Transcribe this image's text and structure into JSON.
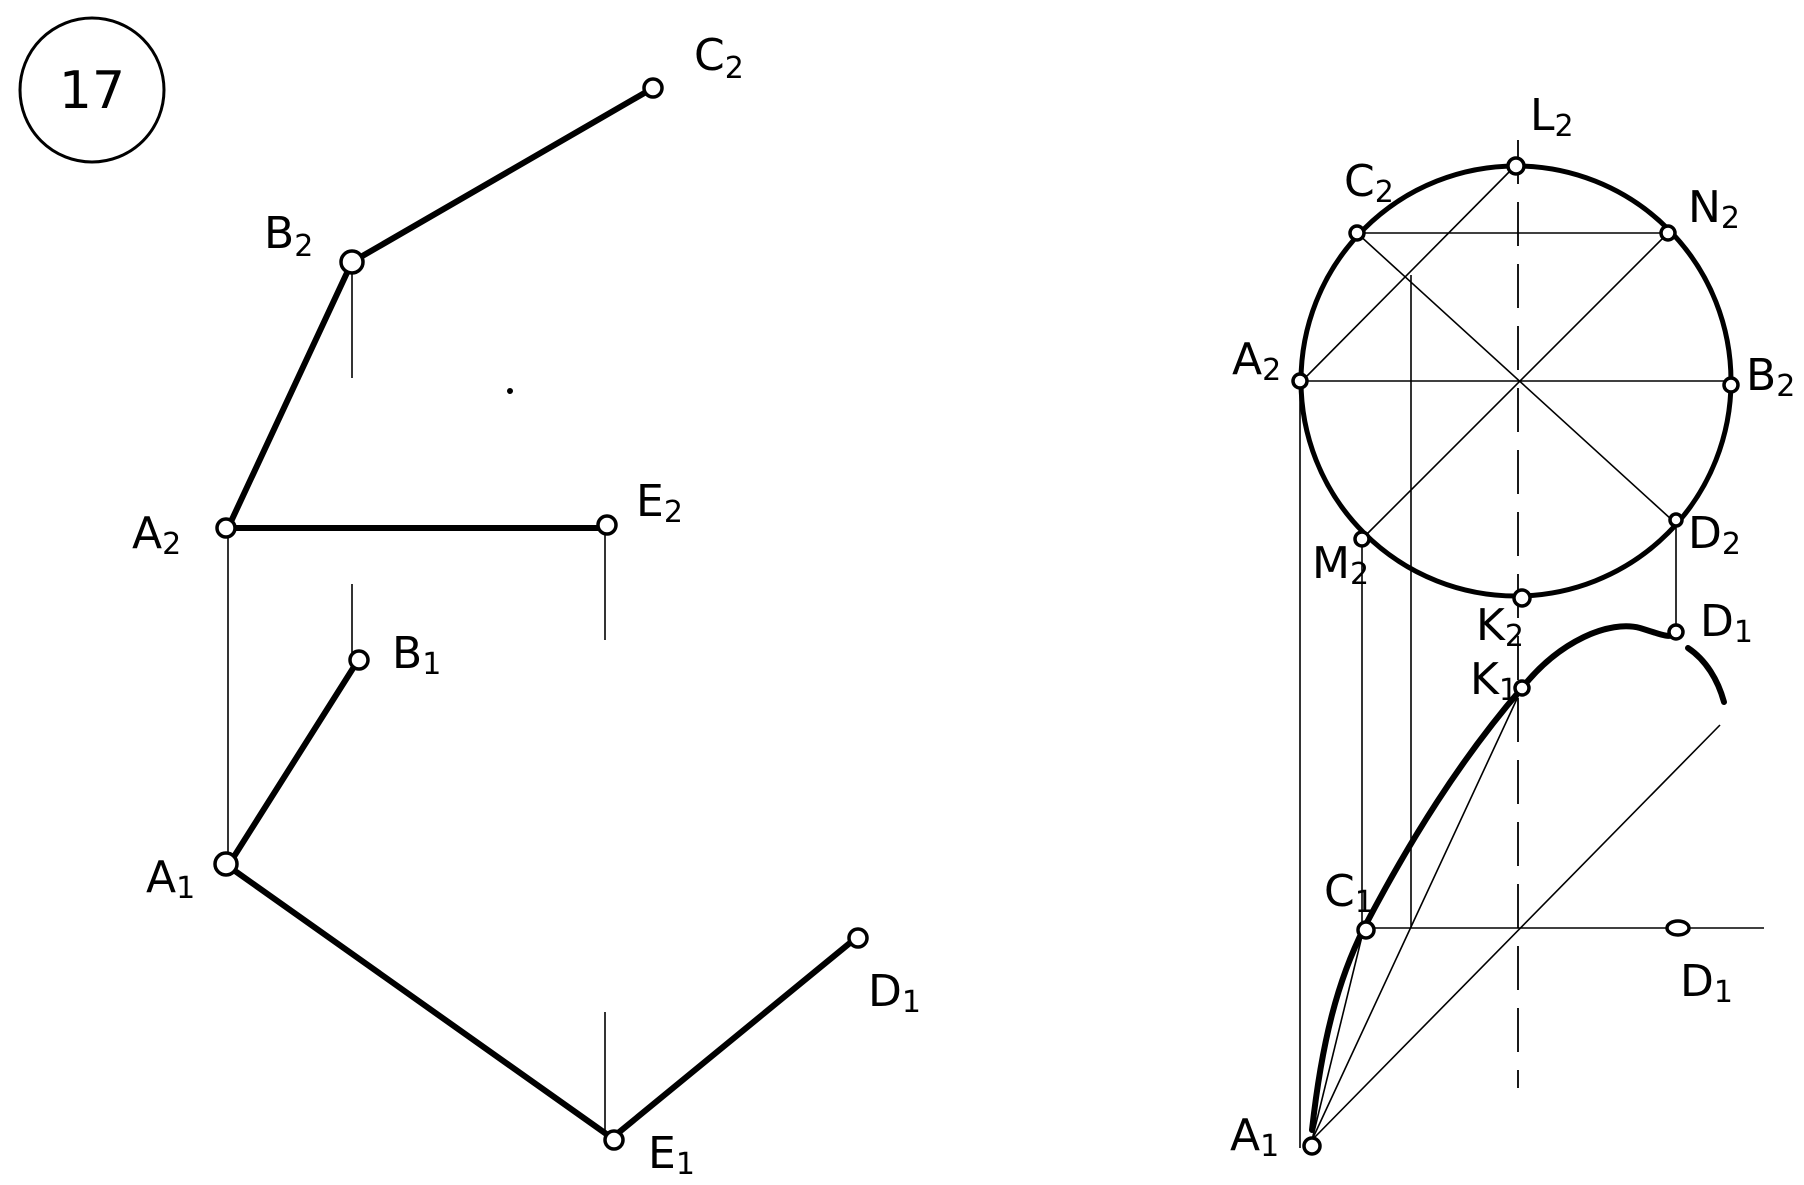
{
  "figure_number": "17",
  "left_labels": {
    "C2": {
      "letter": "C",
      "sub": "2"
    },
    "B2": {
      "letter": "B",
      "sub": "2"
    },
    "A2": {
      "letter": "A",
      "sub": "2"
    },
    "E2": {
      "letter": "E",
      "sub": "2"
    },
    "B1": {
      "letter": "B",
      "sub": "1"
    },
    "A1": {
      "letter": "A",
      "sub": "1"
    },
    "D1": {
      "letter": "D",
      "sub": "1"
    },
    "E1": {
      "letter": "E",
      "sub": "1"
    }
  },
  "right_labels": {
    "L2": {
      "letter": "L",
      "sub": "2"
    },
    "C2": {
      "letter": "C",
      "sub": "2"
    },
    "N2": {
      "letter": "N",
      "sub": "2"
    },
    "A2": {
      "letter": "A",
      "sub": "2"
    },
    "B2": {
      "letter": "B",
      "sub": "2"
    },
    "M2": {
      "letter": "M",
      "sub": "2"
    },
    "D2": {
      "letter": "D",
      "sub": "2"
    },
    "K2": {
      "letter": "K",
      "sub": "2"
    },
    "D1_top": {
      "letter": "D",
      "sub": "1"
    },
    "K1": {
      "letter": "K",
      "sub": "1"
    },
    "C1": {
      "letter": "C",
      "sub": "1"
    },
    "D1_bottom": {
      "letter": "D",
      "sub": "1"
    },
    "A1": {
      "letter": "A",
      "sub": "1"
    }
  }
}
